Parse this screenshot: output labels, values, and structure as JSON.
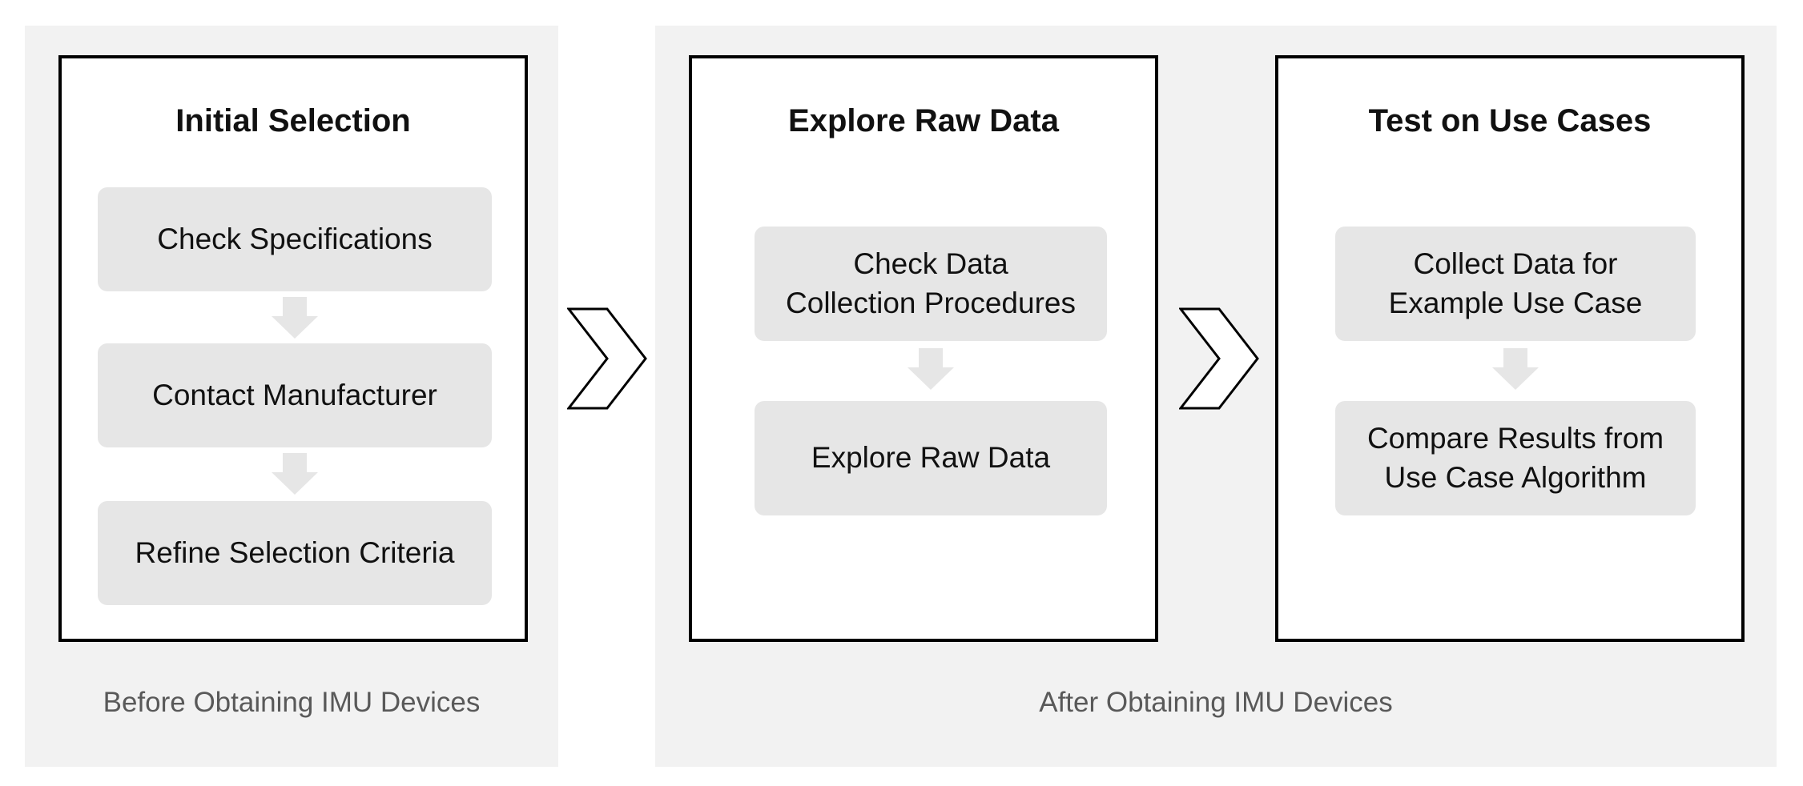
{
  "phases": [
    {
      "caption": "Before Obtaining IMU Devices"
    },
    {
      "caption": "After Obtaining IMU Devices"
    }
  ],
  "stages": [
    {
      "title": "Initial Selection",
      "steps": [
        "Check Specifications",
        "Contact Manufacturer",
        "Refine Selection Criteria"
      ]
    },
    {
      "title": "Explore Raw Data",
      "steps": [
        "Check Data\nCollection Procedures",
        "Explore Raw Data"
      ]
    },
    {
      "title": "Test on Use Cases",
      "steps": [
        "Collect Data for\nExample Use Case",
        "Compare Results from\nUse Case Algorithm"
      ]
    }
  ],
  "colors": {
    "phase_bg": "#f2f2f2",
    "step_bg": "#e6e6e6",
    "border": "#000000",
    "caption": "#595959"
  },
  "icons": {
    "stage_connector": "chevron-right-icon",
    "step_connector": "arrow-down-icon"
  }
}
